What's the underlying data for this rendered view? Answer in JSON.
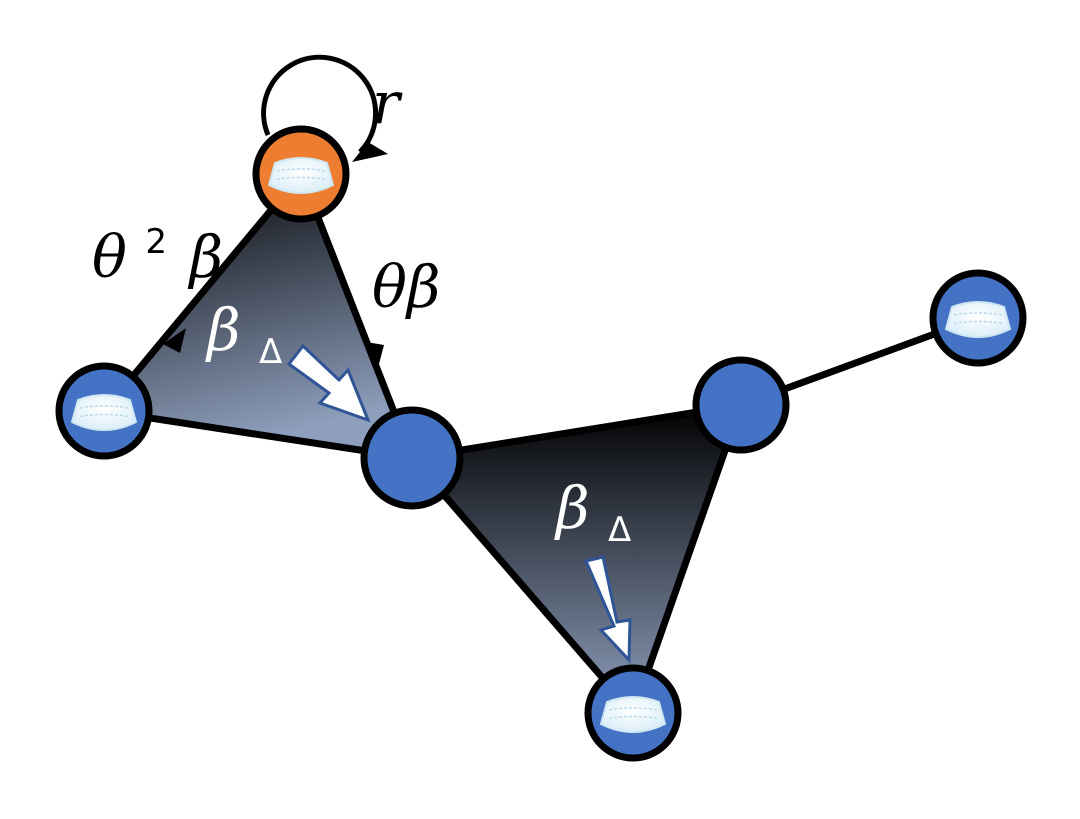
{
  "colors": {
    "infected": "#ed7d31",
    "susceptible": "#4472c4",
    "outline": "#000000",
    "triangle_top": "#000000",
    "triangle_bottom": "#8e9fbd",
    "arrow_fill": "#ffffff",
    "arrow_stroke": "#2f5597",
    "mask": "#dbeef8"
  },
  "labels": {
    "recovery": "r",
    "edge_left_base": "θ",
    "edge_left_sup": "2",
    "edge_left_tail": "β",
    "edge_right": "θβ",
    "hyper_base": "β",
    "hyper_sub": "Δ"
  },
  "nodes": [
    {
      "id": "top",
      "state": "infected",
      "masked": true
    },
    {
      "id": "left",
      "state": "susceptible",
      "masked": true
    },
    {
      "id": "center",
      "state": "susceptible",
      "masked": false
    },
    {
      "id": "right",
      "state": "susceptible",
      "masked": false
    },
    {
      "id": "far-right",
      "state": "susceptible",
      "masked": true
    },
    {
      "id": "bottom",
      "state": "susceptible",
      "masked": true
    }
  ]
}
